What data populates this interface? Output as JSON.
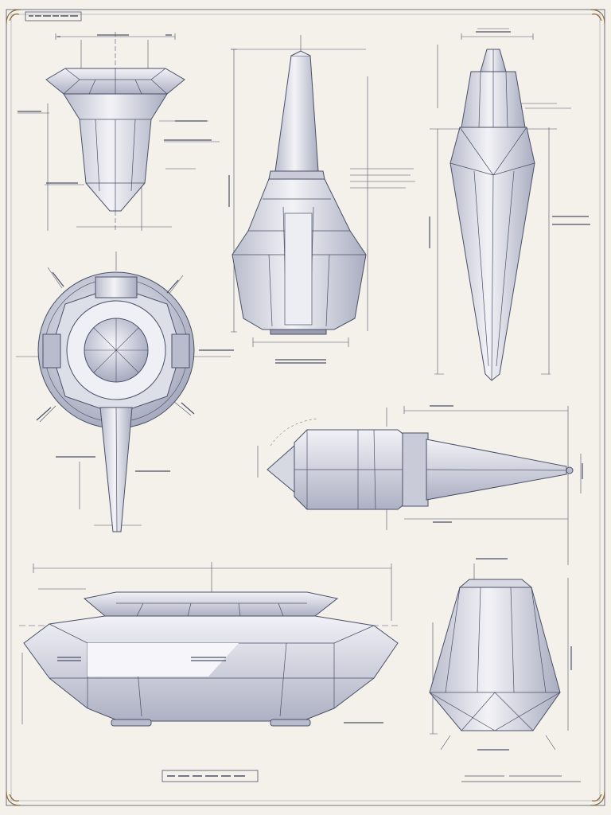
{
  "sheet": {
    "paper_color": "#f4f1ea",
    "ink_color": "#4a5068",
    "shade_color": "#c9cbd8",
    "light_color": "#e8e9f0",
    "corner_ornament_icon": "scroll-corner-icon"
  },
  "views": [
    {
      "id": "top-left",
      "label": "vertical-tower-view"
    },
    {
      "id": "top-center",
      "label": "pod-capsule-view"
    },
    {
      "id": "top-right",
      "label": "spear-hull-view"
    },
    {
      "id": "mid-left",
      "label": "radial-top-view"
    },
    {
      "id": "mid-right",
      "label": "side-profile-view"
    },
    {
      "id": "bottom-left",
      "label": "saucer-hull-view"
    },
    {
      "id": "bottom-right",
      "label": "lantern-pod-view"
    }
  ]
}
